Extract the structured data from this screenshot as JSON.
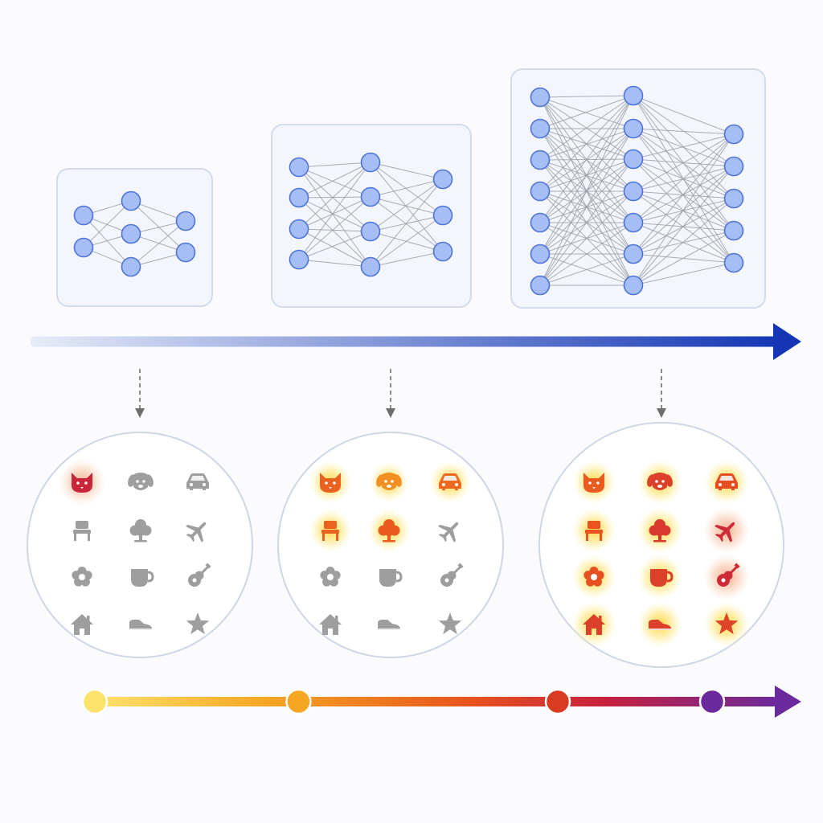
{
  "colors": {
    "background": "#fbfbfd",
    "panel_fill": "#f3f6fc",
    "panel_stroke": "#d3dcec",
    "node_fill": "#a6bdf6",
    "node_stroke": "#4f74d8",
    "edge": "#9aa0a8",
    "scale_arrow_start": "#e6ecf8",
    "scale_arrow_end": "#1436b4",
    "dashed_arrow": "#6e6e6e",
    "circle_stroke": "#cfd6e6",
    "icon_inactive": "#9e9e9e",
    "level_ramp": [
      "#fde36b",
      "#f5a623",
      "#e8531e",
      "#c6203f",
      "#6a2a9c"
    ]
  },
  "networks": [
    {
      "name": "small-network",
      "layers": [
        2,
        3,
        2
      ]
    },
    {
      "name": "medium-network",
      "layers": [
        4,
        4,
        3
      ]
    },
    {
      "name": "large-network",
      "layers": [
        7,
        7,
        5
      ]
    }
  ],
  "icon_set": [
    "cat-icon",
    "dog-icon",
    "car-icon",
    "chair-icon",
    "tree-icon",
    "airplane-icon",
    "flower-icon",
    "cup-icon",
    "guitar-icon",
    "house-icon",
    "shoe-icon",
    "star-icon"
  ],
  "concept_groups": [
    {
      "name": "concepts-small",
      "levels": [
        0.95,
        0,
        0,
        0,
        0,
        0,
        0,
        0,
        0,
        0,
        0,
        0
      ]
    },
    {
      "name": "concepts-medium",
      "levels": [
        0.45,
        0.15,
        0.4,
        0.45,
        0.5,
        0,
        0,
        0,
        0,
        0,
        0,
        0
      ]
    },
    {
      "name": "concepts-large",
      "levels": [
        0.5,
        0.72,
        0.6,
        0.55,
        0.78,
        0.9,
        0.58,
        0.72,
        0.9,
        0.72,
        0.72,
        0.68
      ]
    }
  ],
  "progress_scale": {
    "markers": [
      0,
      0.33,
      0.75,
      1.0
    ]
  }
}
